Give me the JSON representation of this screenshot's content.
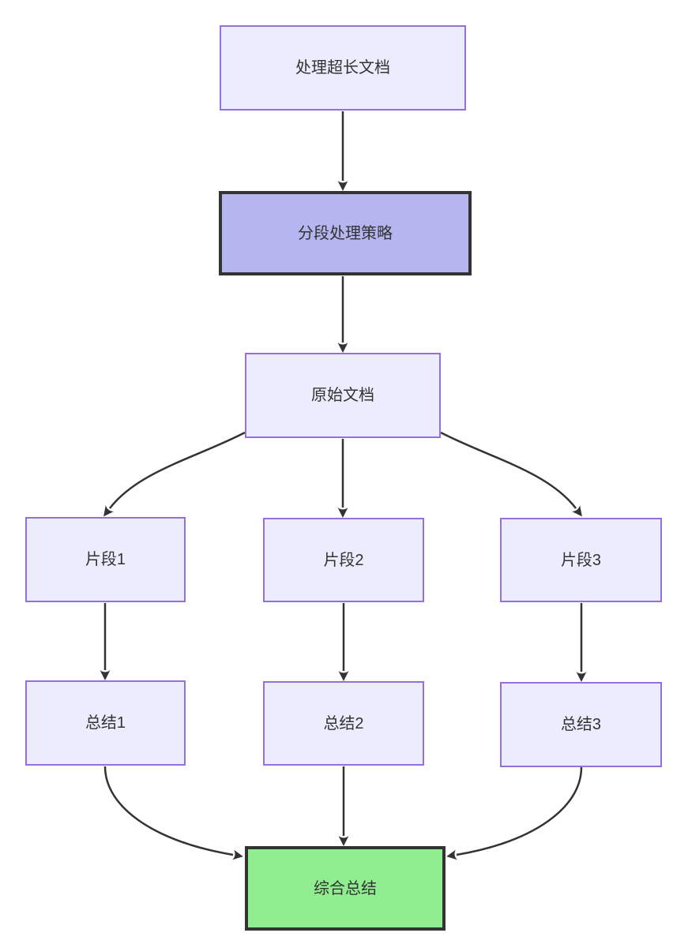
{
  "diagram": {
    "type": "flowchart",
    "direction": "top-down",
    "nodes": [
      {
        "id": "A",
        "label": "处理超长文档",
        "style": "default"
      },
      {
        "id": "B",
        "label": "分段处理策略",
        "style": "highlight"
      },
      {
        "id": "C",
        "label": "原始文档",
        "style": "default"
      },
      {
        "id": "D1",
        "label": "片段1",
        "style": "default"
      },
      {
        "id": "D2",
        "label": "片段2",
        "style": "default"
      },
      {
        "id": "D3",
        "label": "片段3",
        "style": "default"
      },
      {
        "id": "E1",
        "label": "总结1",
        "style": "default"
      },
      {
        "id": "E2",
        "label": "总结2",
        "style": "default"
      },
      {
        "id": "E3",
        "label": "总结3",
        "style": "default"
      },
      {
        "id": "F",
        "label": "综合总结",
        "style": "success"
      }
    ],
    "edges": [
      {
        "from": "A",
        "to": "B"
      },
      {
        "from": "B",
        "to": "C"
      },
      {
        "from": "C",
        "to": "D1"
      },
      {
        "from": "C",
        "to": "D2"
      },
      {
        "from": "C",
        "to": "D3"
      },
      {
        "from": "D1",
        "to": "E1"
      },
      {
        "from": "D2",
        "to": "E2"
      },
      {
        "from": "D3",
        "to": "E3"
      },
      {
        "from": "E1",
        "to": "F"
      },
      {
        "from": "E2",
        "to": "F"
      },
      {
        "from": "E3",
        "to": "F"
      }
    ],
    "colors": {
      "background": "#ffffff",
      "node_fill": "#ECECFF",
      "node_border": "#9370DB",
      "highlight_fill": "#b5b5f0",
      "highlight_border": "#333333",
      "success_fill": "#90EE90",
      "success_border": "#333333",
      "edge": "#333333",
      "text": "#333333"
    }
  }
}
